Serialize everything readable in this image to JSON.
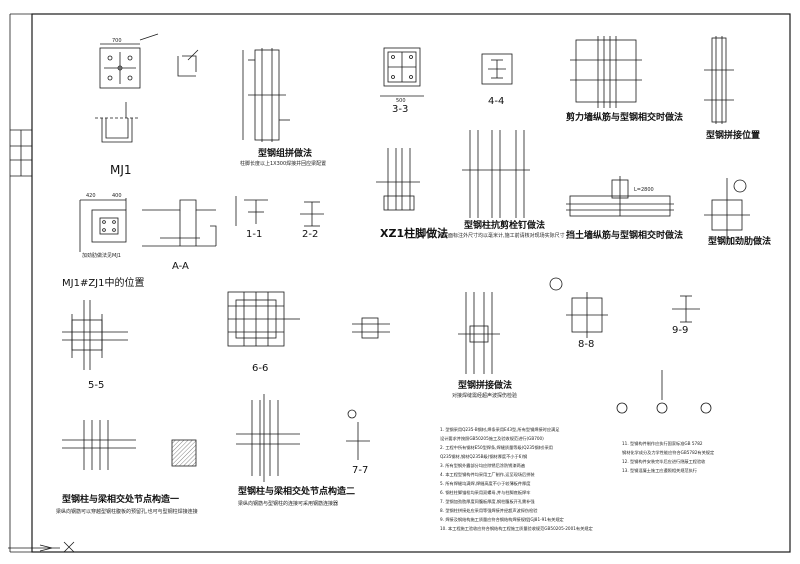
{
  "labels": {
    "mj1": "MJ1",
    "mj1_zj1": "MJ1#ZJ1中的位置",
    "aa": "A-A",
    "anchor_note": "加劲肋做法见MJ1",
    "s11": "1-1",
    "s22": "2-2",
    "s33": "3-3",
    "s44": "4-4",
    "s55": "5-5",
    "s66": "6-6",
    "s77": "7-7",
    "s88": "8-8",
    "s99": "9-9",
    "xz1": "XZ1柱脚做法",
    "steel_column_assembly": "型钢组拼做法",
    "steel_column_assembly_note": "柱脚长度以上1X300焊接并回应梁配置",
    "shear_wall": "剪力墙纵筋与型钢相交时做法",
    "splice_pos": "型钢拼接位置",
    "stud_method": "型钢柱抗剪栓钉做法",
    "stud_note": "除平面标注外尺寸均以毫米计,施工前请核对现场实际尺寸",
    "retaining_wall": "挡土墙纵筋与型钢相交时做法",
    "stiffener": "型钢加劲肋做法",
    "splice_method": "型钢拼接做法",
    "splice_note": "对接焊缝需经超声波探伤检验",
    "node1": "型钢柱与梁相交处节点构造一",
    "node1_note": "梁纵向钢筋可以穿越型钢柱腹板的预留孔,也可与型钢柱焊接连接",
    "node2": "型钢柱与梁相交处节点构造二",
    "node2_note": "梁纵向钢筋与型钢柱的连接可采用钢筋连接器",
    "l2800": "L=2800",
    "dim_700": "700",
    "dim_400": "400",
    "dim_420": "420",
    "dim_500": "500"
  },
  "notes_left": [
    "1. 型钢采用Q235-B钢材,焊条采用E43型,所有型钢焊接时应满足",
    "   设计要求并按照GB50205施工及验收规范进行(GB700)",
    "2. 工程中所有钢材E50型焊条,焊缝质量等级(Q235钢材)采用",
    "   Q235钢材,钢材Q235B级(钢材厚度不小于6)钢",
    "3. 所有型钢外露部分均应除锈后涂防锈漆两遍",
    "4. 本工程型钢构件均采用工厂制作,运至现场后拼装",
    "5. 所有焊缝均满焊,焊缝高度不小于较薄板件厚度",
    "6. 钢柱柱脚锚栓均采用双螺母,并与柱脚底板焊牢",
    "7. 型钢加劲肋厚度同腹板厚度,钢柱腹板开孔需补强",
    "8. 型钢柱拼接处应采用等强焊接并经超声波探伤检验",
    "9. 焊接及钢结构施工质量应符合钢结构焊接规程JGJ81-91有关规定",
    "10. 本工程施工验收应符合钢结构工程施工质量验收规范GB50205-2001有关规定"
  ],
  "notes_right": [
    "11. 型钢构件制作应执行国家标准GB 5782",
    "   钢材化学成分及力学性能应符合GB5782有关规定",
    "12. 型钢构件安装完毕后应进行隐蔽工程验收",
    "13. 型钢混凝土施工应遵照相关规范执行"
  ],
  "colors": {
    "ink": "#1a1a1a",
    "paper": "#ffffff"
  }
}
